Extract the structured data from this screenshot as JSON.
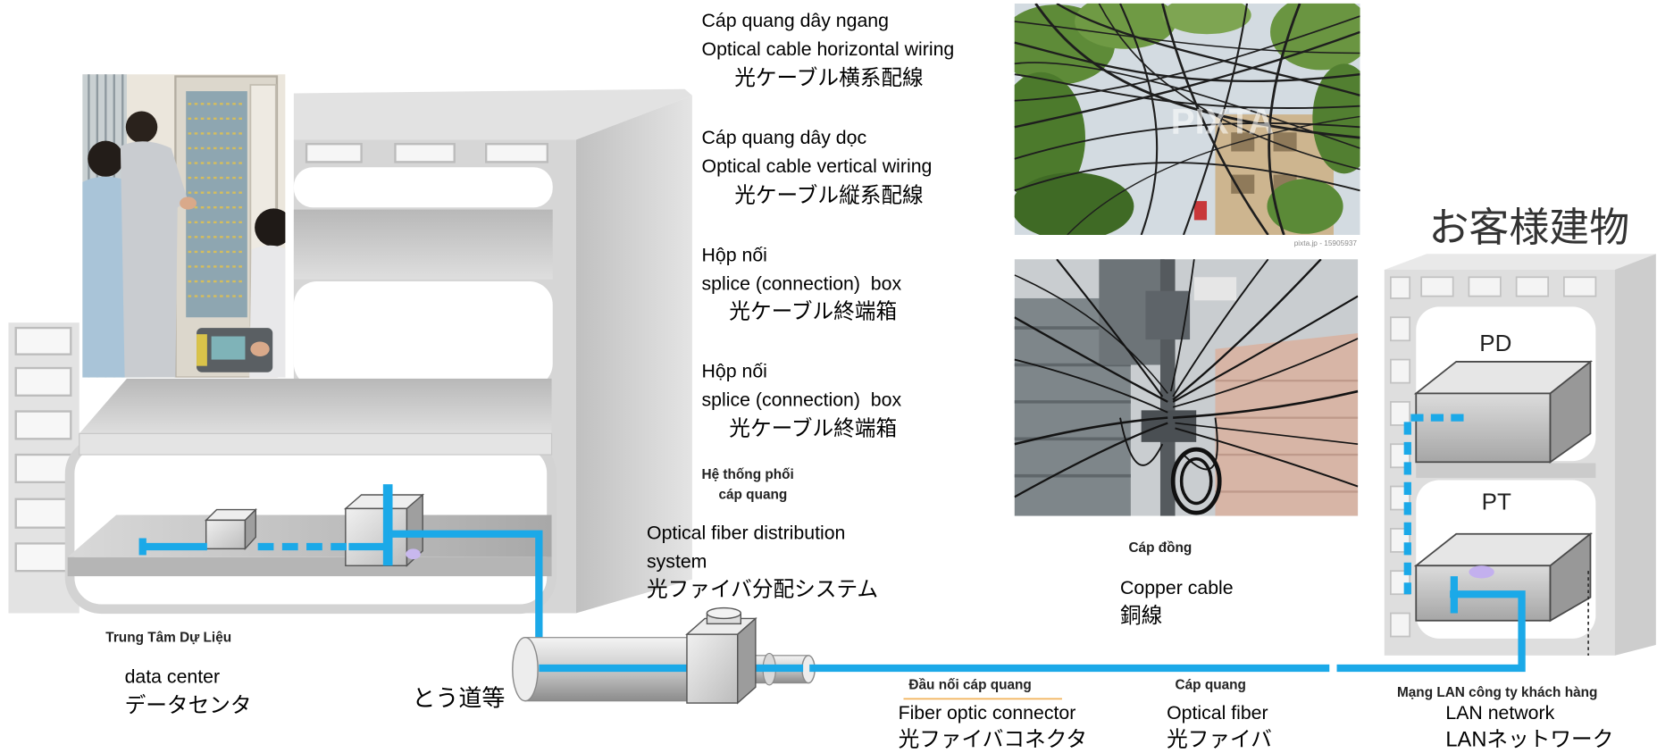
{
  "colors": {
    "fiber_cable": "#1ba9e8",
    "building_gray": "#d6d6d6",
    "connector_underline": "#f2b35a"
  },
  "watermark": {
    "logo": "PIXTA",
    "credit": "pixta.jp - 15905937"
  },
  "labels": {
    "horizontal_wiring": {
      "vi": "Cáp quang dây ngang",
      "en": "Optical cable horizontal wiring",
      "ja": "光ケーブル横系配線"
    },
    "vertical_wiring": {
      "vi": "Cáp quang dây dọc",
      "en": "Optical cable vertical wiring",
      "ja": "光ケーブル縦系配線"
    },
    "splice_box": [
      {
        "vi": "Hộp nối",
        "en": "splice (connection)  box",
        "ja": "光ケーブル終端箱"
      },
      {
        "vi": "Hộp nối",
        "en": "splice (connection)  box",
        "ja": "光ケーブル終端箱"
      }
    ],
    "distribution_system": {
      "vi": [
        "Hệ thống phối",
        "cáp quang"
      ],
      "en": [
        "Optical fiber distribution",
        "system"
      ],
      "ja": "光ファイバ分配システム"
    },
    "data_center": {
      "vi": "Trung Tâm Dự Liệu",
      "en": "data center",
      "ja": "データセンタ"
    },
    "tunnel": "とう道等",
    "copper_cable": {
      "vi": "Cáp đồng",
      "en": "Copper cable",
      "ja": "銅線"
    },
    "fiber_connector": {
      "vi": "Đầu nối cáp quang",
      "en": "Fiber optic connector",
      "ja": "光ファイバコネクタ"
    },
    "optical_fiber": {
      "vi": "Cáp quang",
      "en": "Optical fiber",
      "ja": "光ファイバ"
    },
    "customer_lan": {
      "vi": "Mạng LAN công ty khách hàng",
      "en": "LAN network",
      "ja": "LANネットワーク"
    },
    "customer_building": {
      "title": "お客様建物",
      "pd": "PD",
      "pt": "PT"
    }
  }
}
